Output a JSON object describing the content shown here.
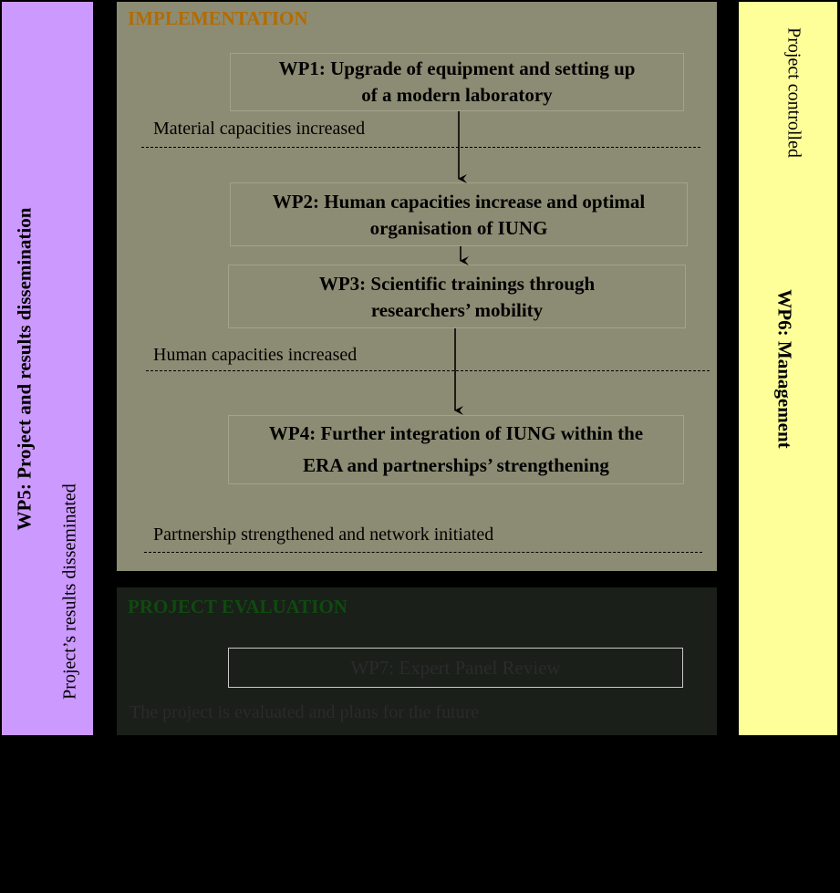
{
  "left_column": {
    "title": "WP5: Project and results dissemination",
    "outcome": "Project’s results disseminated",
    "color": "#cc99ff"
  },
  "right_column": {
    "title": "WP6: Management",
    "outcome": "Project controlled",
    "color": "#ffff99"
  },
  "implementation": {
    "title": "IMPLEMENTATION",
    "wp1": [
      "WP1: Upgrade of equipment and setting up",
      "of a modern laboratory"
    ],
    "milestone1": "Material capacities increased",
    "wp2": [
      "WP2: Human capacities increase and optimal",
      "organisation of IUNG"
    ],
    "wp3": [
      "WP3: Scientific trainings through",
      "researchers’ mobility"
    ],
    "milestone2": "Human capacities increased",
    "wp4": [
      "WP4: Further integration of IUNG within the",
      "ERA and partnerships’ strengthening"
    ],
    "milestone3": "Partnership strengthened and network initiated"
  },
  "evaluation": {
    "title": "PROJECT EVALUATION",
    "wp7": "WP7: Expert Panel Review",
    "outcome": "The project is evaluated and plans for the future"
  }
}
